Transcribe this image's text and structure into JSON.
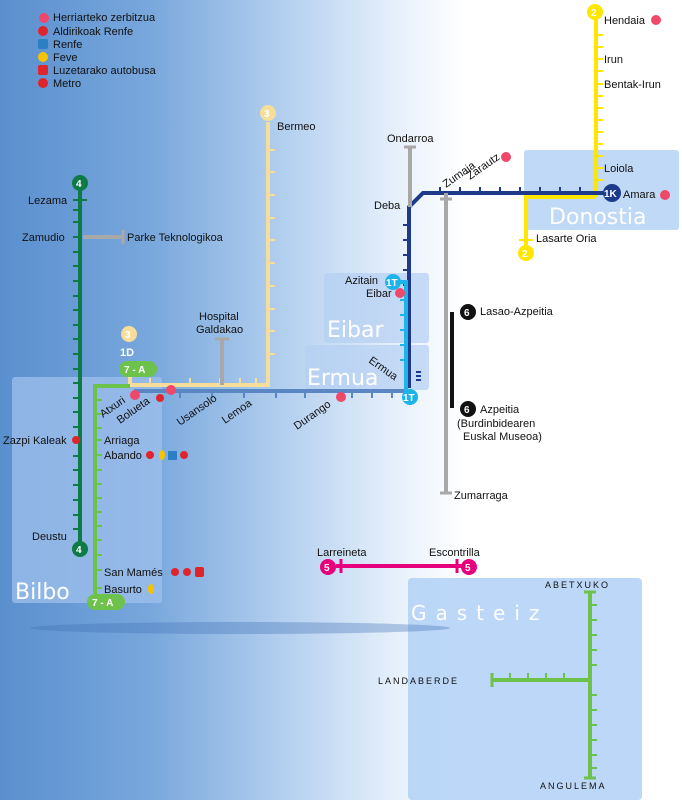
{
  "legend": [
    {
      "label": "Herriarteko zerbitzua",
      "icon": "circle-red-icon",
      "color": "#f0486a"
    },
    {
      "label": "Aldirikoak Renfe",
      "icon": "renfe-cercanias-icon",
      "color": "#e0242b"
    },
    {
      "label": "Renfe",
      "icon": "renfe-icon",
      "color": "#2b7fc4"
    },
    {
      "label": "Feve",
      "icon": "feve-icon",
      "color": "#f5c400"
    },
    {
      "label": "Luzetarako autobusa",
      "icon": "bus-icon",
      "color": "#e0242b"
    },
    {
      "label": "Metro",
      "icon": "metro-icon",
      "color": "#e0242b"
    }
  ],
  "cities": {
    "bilbo": "Bilbo",
    "eibar": "Eibar",
    "ermua": "Ermua",
    "donostia": "Donostia",
    "gasteiz": "Gasteiz"
  },
  "stations": {
    "hendaia": "Hendaia",
    "irun": "Irun",
    "bentak_irun": "Bentak-Irun",
    "loiola": "Loiola",
    "amara": "Amara",
    "lasarte": "Lasarte Oria",
    "ondarroa": "Ondarroa",
    "zumaia": "Zumaia",
    "zarautz": "Zarautz",
    "deba": "Deba",
    "bermeo": "Bermeo",
    "lezama": "Lezama",
    "zamudio": "Zamudio",
    "parke": "Parke Teknologikoa",
    "hospital1": "Hospital",
    "hospital2": "Galdakao",
    "azitain": "Azitain",
    "eibar": "Eibar",
    "ermua": "Ermua",
    "lasao": "Lasao-Azpeitia",
    "azpeitia": "Azpeitia",
    "museum1": "(Burdinbidearen",
    "museum2": "Euskal Museoa)",
    "atxuri": "Atxuri",
    "bolueta": "Bolueta",
    "usansolo": "Usansolo",
    "lemoa": "Lemoa",
    "durango": "Durango",
    "zazpi": "Zazpi Kaleak",
    "arriaga": "Arriaga",
    "abando": "Abando",
    "deustu": "Deustu",
    "sanmames": "San Mamés",
    "basurto": "Basurto",
    "zumarraga": "Zumarraga",
    "larreineta": "Larreineta",
    "escontrilla": "Escontrilla",
    "abetxuko": "ABETXUKO",
    "landaberde": "LANDABERDE",
    "angulema": "ANGULEMA"
  },
  "badges": {
    "l2": "2",
    "l3": "3",
    "l4": "4",
    "l5": "5",
    "l6": "6",
    "l7a": "7 - A",
    "l1d": "1D",
    "l1k": "1K",
    "l1t": "1T"
  },
  "colors": {
    "yellow": "#ffe600",
    "cream": "#f7dd9a",
    "green_dark": "#0e7a45",
    "green_light": "#6cc24a",
    "navy": "#1e3a8a",
    "gray": "#a8a8a8",
    "cyan": "#1cb4ea",
    "black": "#111111",
    "magenta": "#e6007e",
    "steel": "#5b86c4",
    "red_dot": "#f0486a"
  }
}
